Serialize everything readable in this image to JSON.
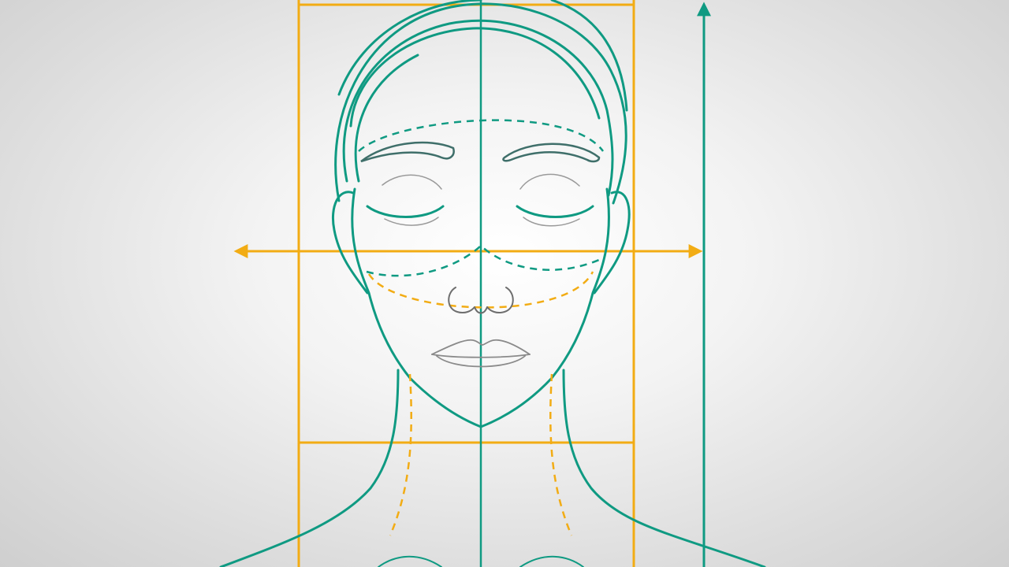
{
  "illustration": {
    "subject": "female-head-proportion-guide",
    "colors": {
      "background_center": "#ffffff",
      "background_edge": "#cfcfcf",
      "outline": "#0f9a82",
      "guide": "#f2ac14",
      "detail": "#7d7d7d"
    },
    "elements": [
      "hair-outline",
      "face-outline",
      "neck-outline",
      "shoulder-outline",
      "eyebrows",
      "closed-eyes",
      "nose",
      "lips",
      "proportion-grid",
      "center-axis",
      "horizontal-arrow",
      "vertical-arrow",
      "dashed-contour-guides"
    ]
  }
}
